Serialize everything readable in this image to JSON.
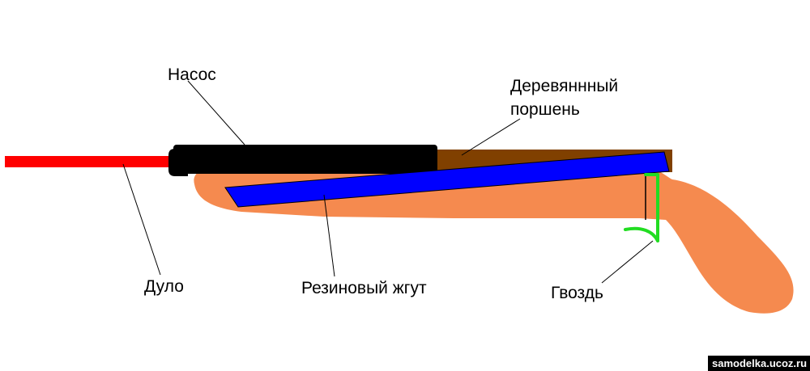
{
  "labels": {
    "pump": "Насос",
    "piston_line1": "Деревяннный",
    "piston_line2": "поршень",
    "barrel": "Дуло",
    "rubber_band": "Резиновый жгут",
    "nail": "Гвоздь"
  },
  "watermark": "samodelka.ucoz.ru",
  "colors": {
    "barrel": "#ff0000",
    "pump": "#000000",
    "piston": "#804000",
    "rubber_band": "#0000ff",
    "stock": "#f58a4f",
    "nail": "#22dd22",
    "leader_lines": "#000000",
    "watermark_bg": "#000000",
    "watermark_text": "#ffffff"
  }
}
